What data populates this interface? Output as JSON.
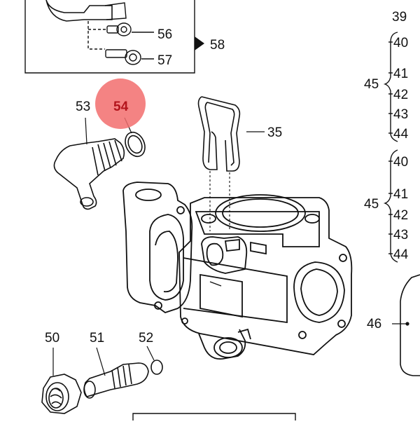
{
  "diagram": {
    "highlight_color": "#f26d6d",
    "line_color": "#111111",
    "callouts": {
      "c39": "39",
      "c40a": "40",
      "c41a": "41",
      "c42a": "42",
      "c43a": "43",
      "c44a": "44",
      "c45a": "45",
      "c40b": "40",
      "c41b": "41",
      "c42b": "42",
      "c43b": "43",
      "c44b": "44",
      "c45b": "45",
      "c46": "46",
      "c35": "35",
      "c50": "50",
      "c51": "51",
      "c52": "52",
      "c53": "53",
      "c54": "54",
      "c56": "56",
      "c57": "57",
      "c58": "58"
    }
  }
}
